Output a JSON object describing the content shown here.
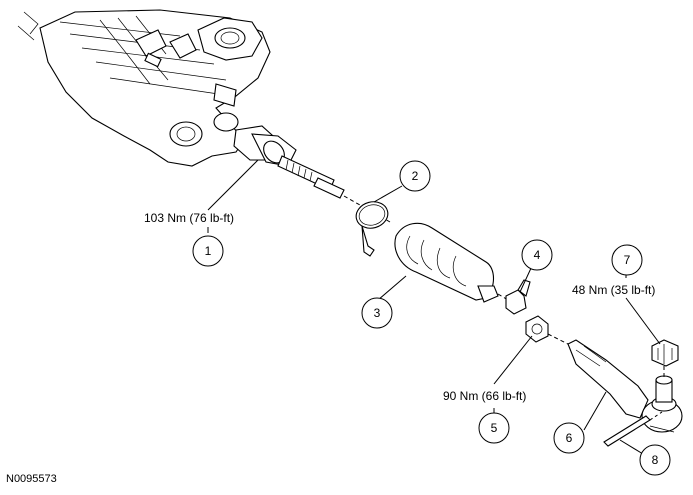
{
  "figure_id": "N0095573",
  "callouts": [
    {
      "number": "1",
      "torque": "103 Nm (76 lb-ft)"
    },
    {
      "number": "2",
      "torque": ""
    },
    {
      "number": "3",
      "torque": ""
    },
    {
      "number": "4",
      "torque": ""
    },
    {
      "number": "5",
      "torque": "90 Nm (66 lb-ft)"
    },
    {
      "number": "6",
      "torque": ""
    },
    {
      "number": "7",
      "torque": "48 Nm (35 lb-ft)"
    },
    {
      "number": "8",
      "torque": ""
    }
  ]
}
